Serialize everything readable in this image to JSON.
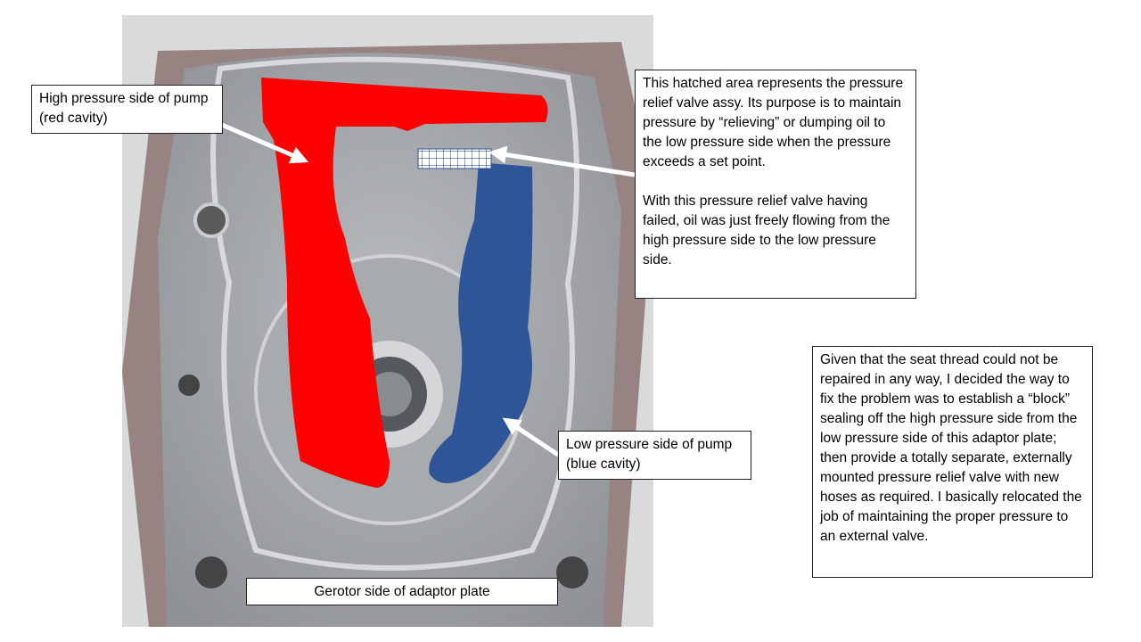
{
  "labels": {
    "high_pressure": "High pressure side of pump (red cavity)",
    "relief_valve_p1": "This hatched area represents the pressure relief valve assy.  Its purpose is to maintain pressure by “relieving” or dumping oil to the low pressure side when the pressure exceeds a set point.",
    "relief_valve_p2": "With this pressure relief valve having failed, oil was just freely flowing from the high pressure side to the low pressure side.",
    "low_pressure": "Low pressure side of pump (blue cavity)",
    "caption": "Gerotor side of adaptor plate",
    "solution": "Given that the seat thread could not be repaired in any way, I decided the way to fix the problem was to establish a “block” sealing off the high pressure side from the low pressure side of this adaptor plate; then provide a totally separate, externally mounted pressure relief valve with new hoses as required.  I basically relocated the job of maintaining the proper pressure to an external valve."
  },
  "colors": {
    "high_pressure": "#ff0000",
    "low_pressure": "#2e5597",
    "arrow": "#ffffff"
  }
}
